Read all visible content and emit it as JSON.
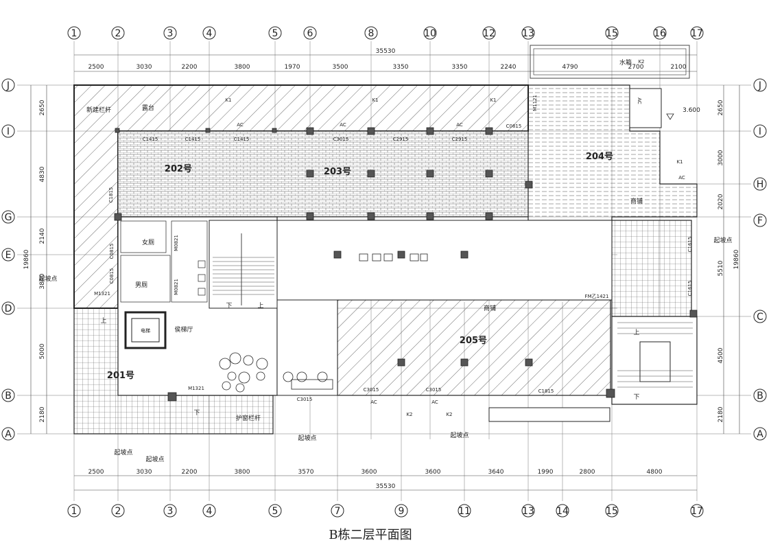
{
  "title": "B栋二层平面图",
  "axes": {
    "top": [
      "1",
      "2",
      "3",
      "4",
      "5",
      "6",
      "8",
      "10",
      "12",
      "13",
      "15",
      "16",
      "17"
    ],
    "bottom": [
      "1",
      "2",
      "3",
      "4",
      "5",
      "7",
      "9",
      "11",
      "13",
      "14",
      "15",
      "17"
    ],
    "left": [
      "J",
      "I",
      "G",
      "E",
      "D",
      "B",
      "A"
    ],
    "right": [
      "J",
      "I",
      "H",
      "F",
      "C",
      "B",
      "A"
    ]
  },
  "dimensions": {
    "top_segments": [
      "2500",
      "3030",
      "2200",
      "3800",
      "1970",
      "3500",
      "3350",
      "3350",
      "2240",
      "4790",
      "2700",
      "2100"
    ],
    "top_total": "35530",
    "bottom_segments": [
      "2500",
      "3030",
      "2200",
      "3800",
      "3570",
      "3600",
      "3600",
      "3640",
      "1990",
      "2800",
      "4800"
    ],
    "bottom_total": "35530",
    "left_segments": [
      "2650",
      "4830",
      "2140",
      "3840",
      "5000",
      "2180"
    ],
    "left_total": "19860",
    "right_segments": [
      "2650",
      "3000",
      "2020",
      "5510",
      "4500",
      "2180"
    ],
    "right_total": "19860"
  },
  "rooms": {
    "r201": "201号",
    "r202": "202号",
    "r203": "203号",
    "r204": "204号",
    "r205": "205号",
    "shop1": "商铺",
    "shop2": "商铺",
    "wc_f": "女厕",
    "wc_m": "男厕",
    "elevator": "电梯",
    "elevator_hall": "侯梯厅",
    "stair_down": "下",
    "stair_up": "上",
    "stair_down2": "下",
    "stair_up2": "上",
    "stair_down3": "下",
    "stair_up3": "上"
  },
  "annotations": {
    "new_railing": "新建栏杆",
    "terrace": "露台",
    "water_tank": "水箱",
    "elevation": "3.600",
    "guard_rail": "护窗栏杆",
    "slope_start_1": "起坡点",
    "slope_start_2": "起坡点",
    "slope_start_3": "起坡点",
    "slope_start_4": "起坡点",
    "slope_start_5": "起坡点",
    "slope_start_6": "起坡点",
    "ac_1": "AC",
    "ac_2": "AC",
    "ac_3": "AC",
    "ac_4": "AC",
    "ac_5": "AC",
    "ac_6": "AC",
    "ac_7": "AC",
    "k1_1": "K1",
    "k1_2": "K1",
    "k1_3": "K1",
    "k1_4": "K1",
    "k2_1": "K2",
    "k2_2": "K2",
    "k2_3": "K2"
  },
  "openings": {
    "c1415_a": "C1415",
    "c1415_b": "C1415",
    "c1415_c": "C1415",
    "c3015_a": "C3015",
    "c2915_a": "C2915",
    "c2915_b": "C2915",
    "c0815": "C0815",
    "m1121": "M1121",
    "c1815_left": "C1815",
    "c1615_a": "C1615",
    "c1615_b": "C1615",
    "m1321_a": "M1321",
    "m1321_b": "M1321",
    "m0821_a": "M0821",
    "m0821_b": "M0821",
    "c0815_a": "C0815",
    "c0815_b": "C0815",
    "fm": "FM乙1421",
    "c3015_b": "C3015",
    "c3015_c": "C3015",
    "c3015_d": "C3015",
    "c1815_bottom": "C1815"
  }
}
